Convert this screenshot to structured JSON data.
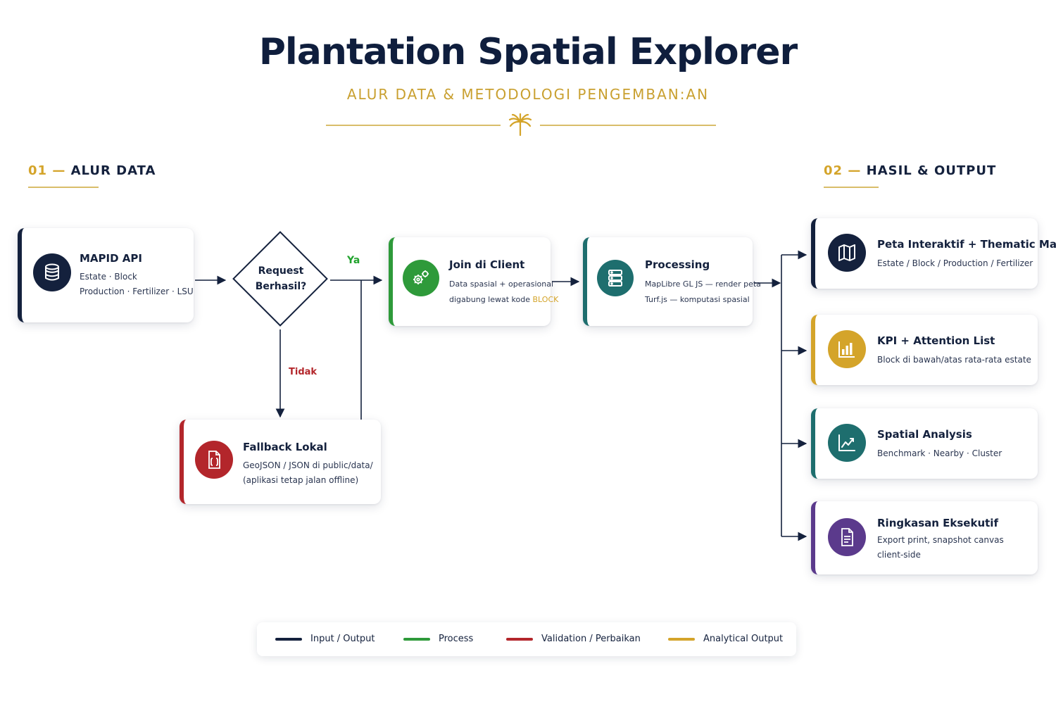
{
  "header": {
    "title": "Plantation Spatial Explorer",
    "subtitle": "ALUR DATA & METODOLOGI PENGEMBAN:AN"
  },
  "sections": {
    "left": {
      "number": "01",
      "dash": "—",
      "label": "ALUR DATA"
    },
    "right": {
      "number": "02",
      "dash": "—",
      "label": "HASIL & OUTPUT"
    }
  },
  "colors": {
    "navy": "#14213d",
    "green": "#2e9a3a",
    "red": "#b3262b",
    "gold": "#d4a42a",
    "teal": "#1e6e6e",
    "purple": "#5b3a8c"
  },
  "flow": {
    "mapid": {
      "title": "MAPID API",
      "line1": "Estate · Block",
      "line2": "Production · Fertilizer · LSU",
      "icon": "database-icon"
    },
    "decision": {
      "line1": "Request",
      "line2": "Berhasil?",
      "yes": "Ya",
      "no": "Tidak"
    },
    "join": {
      "title": "Join di Client",
      "line1": "Data spasial + operasional",
      "line2_prefix": "digabung lewat kode ",
      "line2_highlight": "BLOCK",
      "icon": "gears-icon"
    },
    "processing": {
      "title": "Processing",
      "line1": "MapLibre GL JS — render peta",
      "line2": "Turf.js — komputasi spasial",
      "icon": "server-icon"
    },
    "fallback": {
      "title": "Fallback Lokal",
      "line1": "GeoJSON / JSON di public/data/",
      "line2": "(aplikasi tetap jalan offline)",
      "icon": "json-file-icon"
    }
  },
  "outputs": [
    {
      "title": "Peta Interaktif + Thematic Map",
      "line1": "Estate / Block / Production / Fertilizer",
      "line2": "",
      "icon": "map-icon"
    },
    {
      "title": "KPI + Attention List",
      "line1": "Block di bawah/atas rata-rata estate",
      "line2": "",
      "icon": "bar-chart-icon"
    },
    {
      "title": "Spatial Analysis",
      "line1": "Benchmark · Nearby · Cluster",
      "line2": "",
      "icon": "line-chart-icon"
    },
    {
      "title": "Ringkasan Eksekutif",
      "line1": "Export print, snapshot canvas",
      "line2": "client-side",
      "icon": "document-icon"
    }
  ],
  "legend": [
    {
      "label": "Input / Output",
      "color": "#14213d"
    },
    {
      "label": "Process",
      "color": "#2e9a3a"
    },
    {
      "label": "Validation / Perbaikan",
      "color": "#b3262b"
    },
    {
      "label": "Analytical Output",
      "color": "#d4a42a"
    }
  ]
}
